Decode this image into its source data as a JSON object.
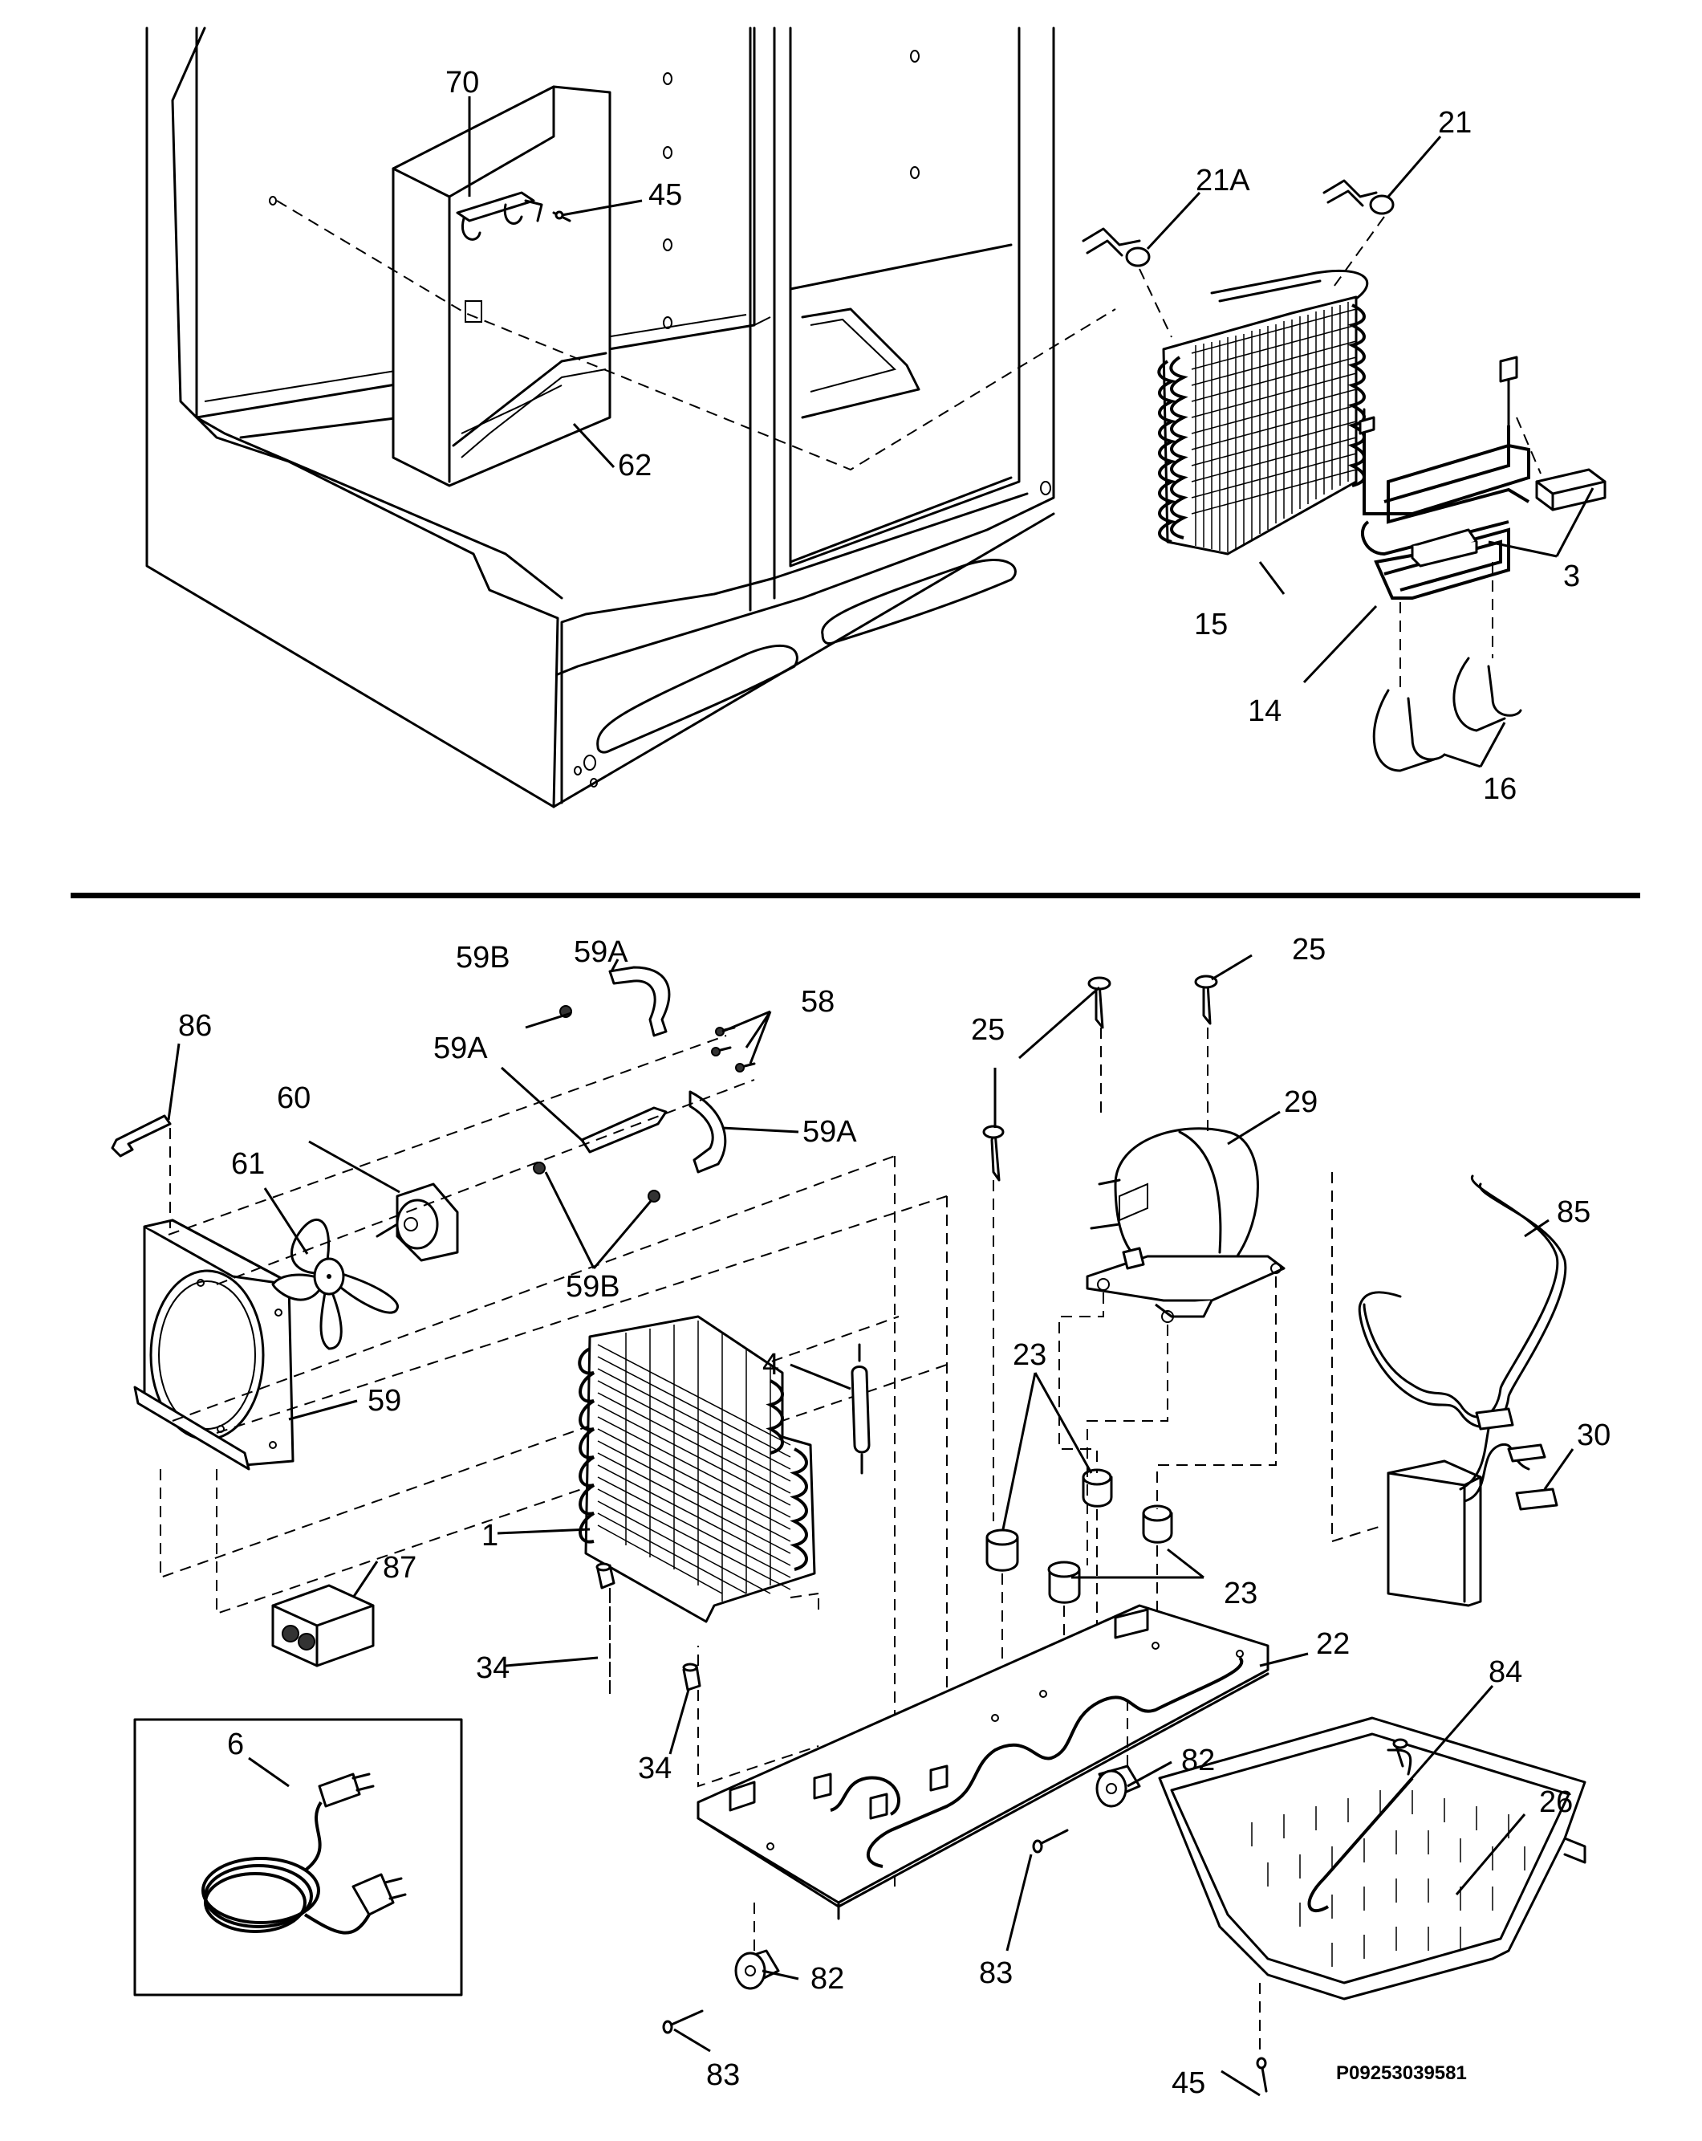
{
  "diagram_code": "P09253039581",
  "callouts": {
    "c70": "70",
    "c45_top": "45",
    "c62": "62",
    "c21A": "21A",
    "c21": "21",
    "c3": "3",
    "c15": "15",
    "c14": "14",
    "c16": "16",
    "c59B_a": "59B",
    "c59A_a": "59A",
    "c58": "58",
    "c86": "86",
    "c60": "60",
    "c59A_b": "59A",
    "c59A_c": "59A",
    "c61": "61",
    "c59B_b": "59B",
    "c59": "59",
    "c25_a": "25",
    "c25_b": "25",
    "c29": "29",
    "c85": "85",
    "c4": "4",
    "c23_a": "23",
    "c23_b": "23",
    "c30": "30",
    "c1": "1",
    "c87": "87",
    "c34_a": "34",
    "c34_b": "34",
    "c22": "22",
    "c84": "84",
    "c6": "6",
    "c82_a": "82",
    "c26": "26",
    "c82_b": "82",
    "c83_a": "83",
    "c83_b": "83",
    "c45_bottom": "45"
  }
}
